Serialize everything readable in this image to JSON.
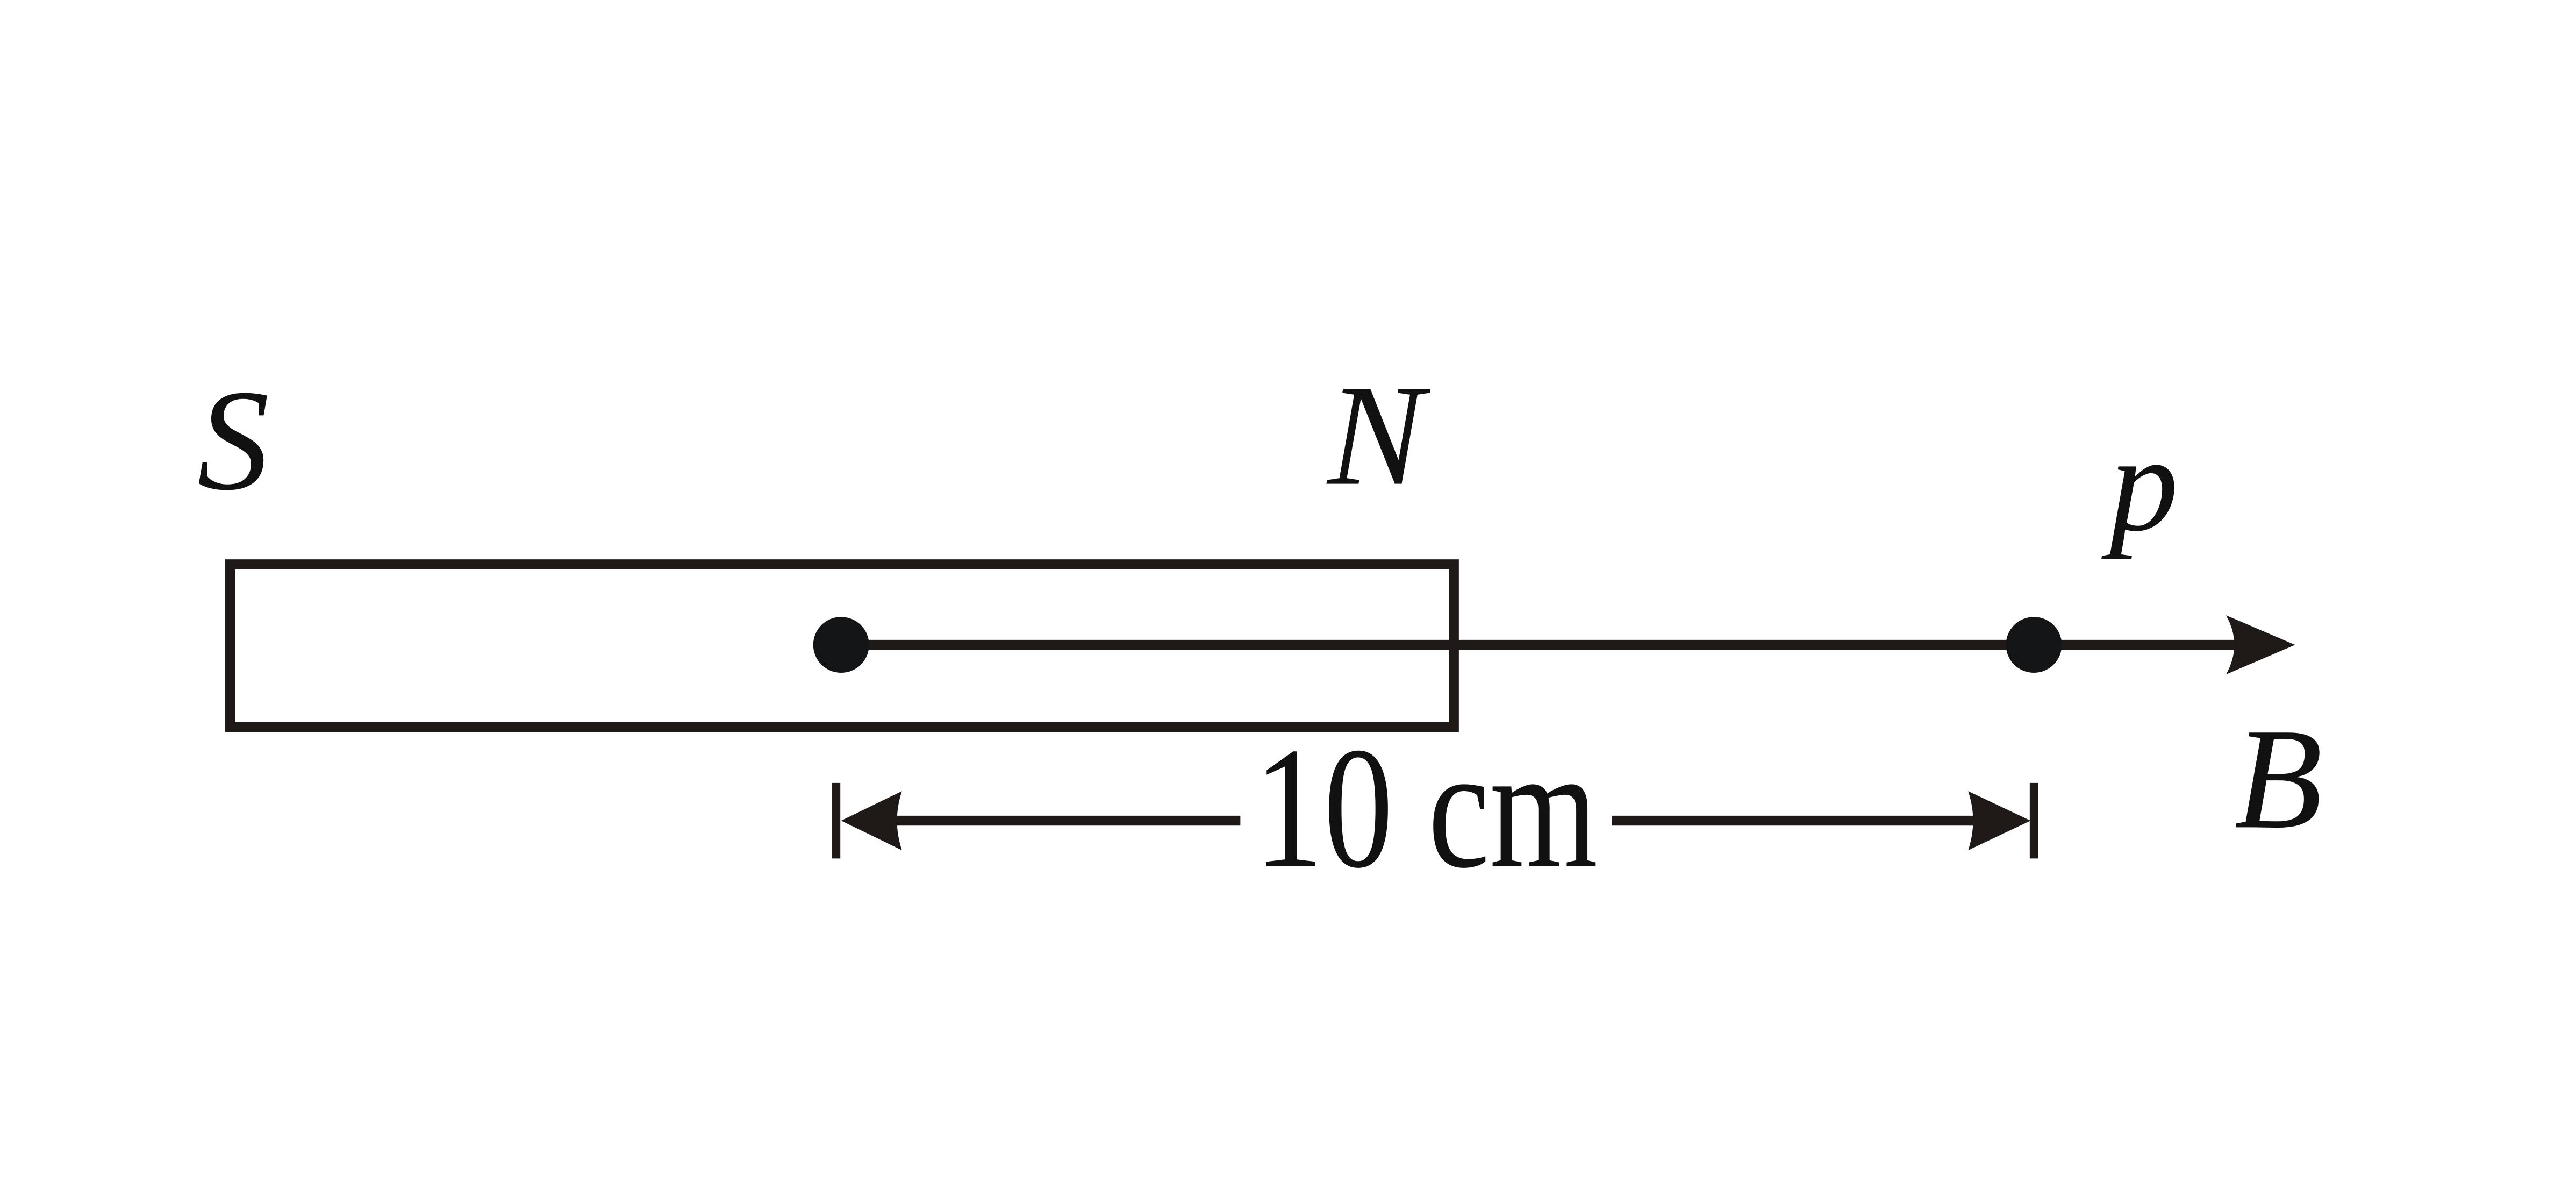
{
  "diagram": {
    "labels": {
      "south_pole": "S",
      "north_pole": "N",
      "point": "p",
      "field": "B",
      "distance": "10 cm"
    },
    "colors": {
      "stroke": "#1f1a17",
      "dot": "#141516",
      "background": "#ffffff"
    }
  }
}
